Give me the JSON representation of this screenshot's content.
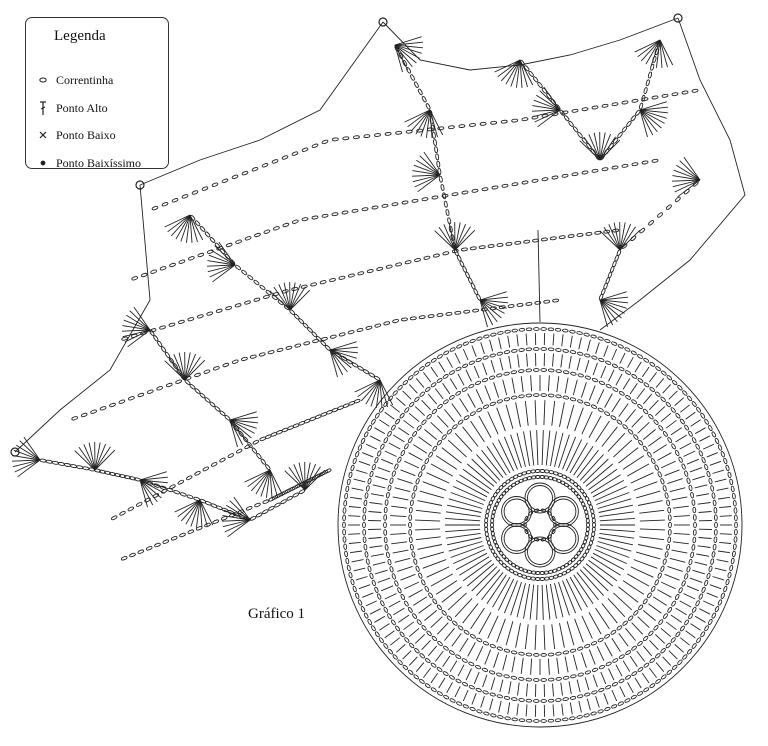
{
  "legend": {
    "title": "Legenda",
    "items": [
      {
        "label": "Correntinha",
        "icon": "chain-stitch-icon"
      },
      {
        "label": "Ponto Alto",
        "icon": "double-crochet-icon"
      },
      {
        "label": "Ponto Baixo",
        "icon": "single-crochet-icon"
      },
      {
        "label": "Ponto Baixíssimo",
        "icon": "slip-stitch-icon"
      }
    ]
  },
  "caption": "Gráfico 1",
  "colors": {
    "ink": "#222222",
    "background": "#ffffff"
  }
}
